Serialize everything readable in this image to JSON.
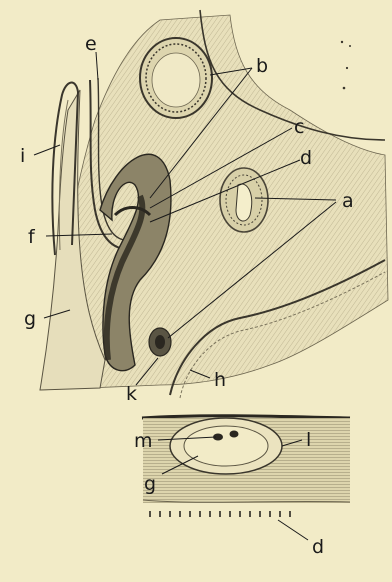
{
  "figure": {
    "kind": "histological drawing",
    "labels": {
      "a": "a",
      "b": "b",
      "c": "c",
      "d": "d",
      "e": "e",
      "f": "f",
      "g": "g",
      "h": "h",
      "i": "i",
      "k": "k",
      "l": "l",
      "m": "m"
    },
    "ink_color": "#1a1a1a",
    "paper_color": "#f2ebc7",
    "tissue_color": "#e4dcb5",
    "dark_tissue_color": "#4a463a"
  }
}
